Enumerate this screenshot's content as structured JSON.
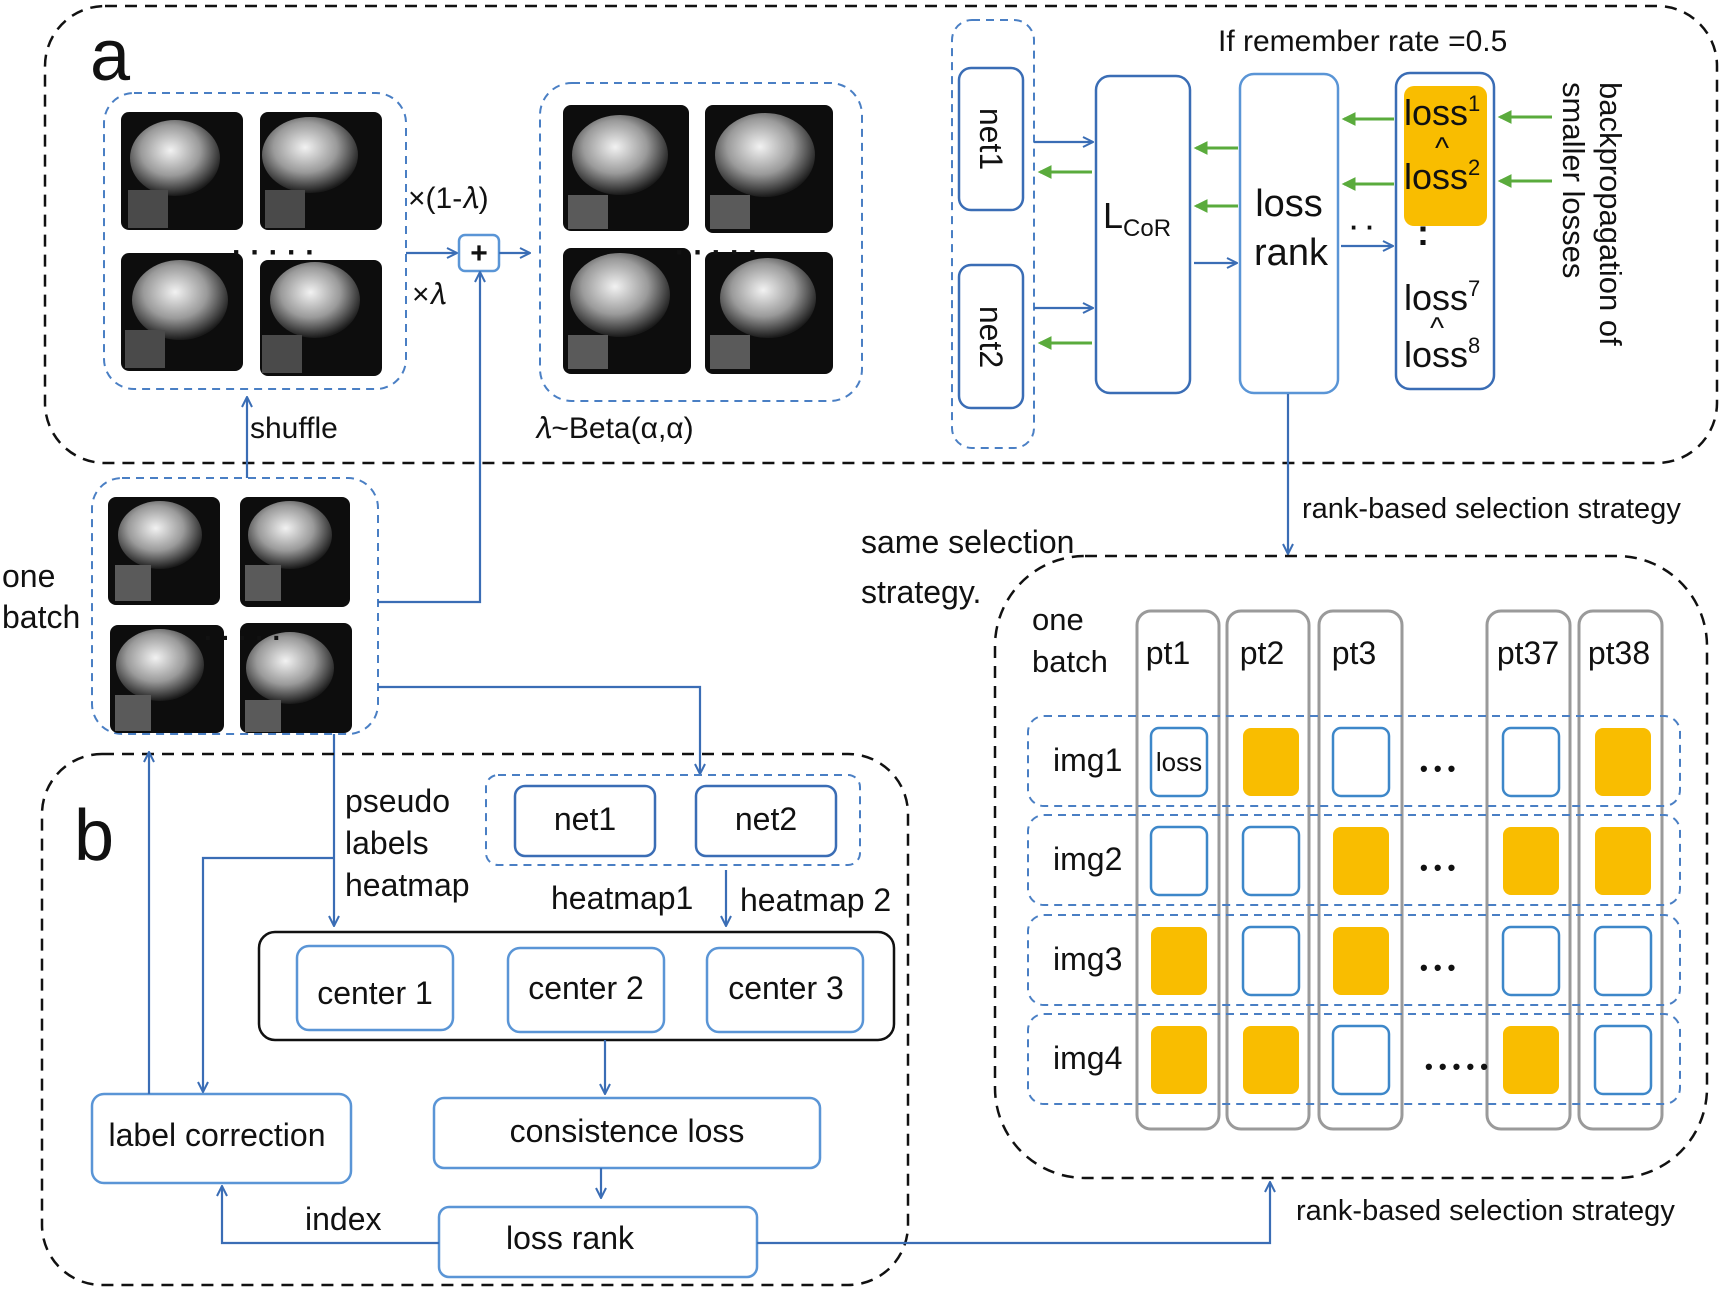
{
  "panel_a": {
    "label": "a",
    "shuffle": "shuffle",
    "mult_one_minus": "×(1-𝜆)",
    "mult_lambda": "×𝜆",
    "plus": "+",
    "beta": "𝜆~Beta(α,α)",
    "net1": "net1",
    "net2": "net2",
    "lcor_main": "L",
    "lcor_sub": "CoR",
    "loss_rank_1": "loss",
    "loss_rank_2": "rank",
    "remember": "If remember rate =0.5",
    "loss1": "loss",
    "loss1_sup": "1",
    "caret1": "^",
    "loss2": "loss",
    "loss2_sup": "2",
    "loss7": "loss",
    "loss7_sup": "7",
    "caret2": "^",
    "loss8": "loss",
    "loss8_sup": "8",
    "backprop_1": "backpropagation of",
    "backprop_2": "smaller losses",
    "dots_vertical": ":",
    "dots_horizontal": "· ·"
  },
  "one_batch_left": [
    "one",
    "batch"
  ],
  "panel_b": {
    "label": "b",
    "pseudo": [
      "pseudo",
      "labels",
      "heatmap"
    ],
    "net1": "net1",
    "net2": "net2",
    "heatmap1": "heatmap1",
    "heatmap2": "heatmap 2",
    "center1": "center 1",
    "center2": "center 2",
    "center3": "center 3",
    "consistence": "consistence loss",
    "label_correction": "label correction",
    "loss_rank": "loss rank",
    "index": "index"
  },
  "rank_strategy_top": "rank-based selection strategy",
  "rank_strategy_bottom": "rank-based selection strategy",
  "same_selection": [
    "same selection",
    "strategy."
  ],
  "grid": {
    "one_batch": [
      "one",
      "batch"
    ],
    "columns": [
      "pt1",
      "pt2",
      "pt3",
      "pt37",
      "pt38"
    ],
    "rows": [
      {
        "label": "img1",
        "cells": [
          "loss",
          "full",
          "empty",
          "empty",
          "full"
        ],
        "dots": "• • •"
      },
      {
        "label": "img2",
        "cells": [
          "empty",
          "empty",
          "full",
          "full",
          "full"
        ],
        "dots": "• • •"
      },
      {
        "label": "img3",
        "cells": [
          "full",
          "empty",
          "full",
          "empty",
          "empty"
        ],
        "dots": "• • •"
      },
      {
        "label": "img4",
        "cells": [
          "full",
          "full",
          "empty",
          "full",
          "empty"
        ],
        "dots": "• • • • •"
      }
    ],
    "colors": {
      "full": "#f9bd00",
      "empty_stroke": "#3d87c9"
    }
  },
  "colors": {
    "blue": "#3a6db5",
    "green": "#5aab3c",
    "orange": "#f9bd00"
  }
}
